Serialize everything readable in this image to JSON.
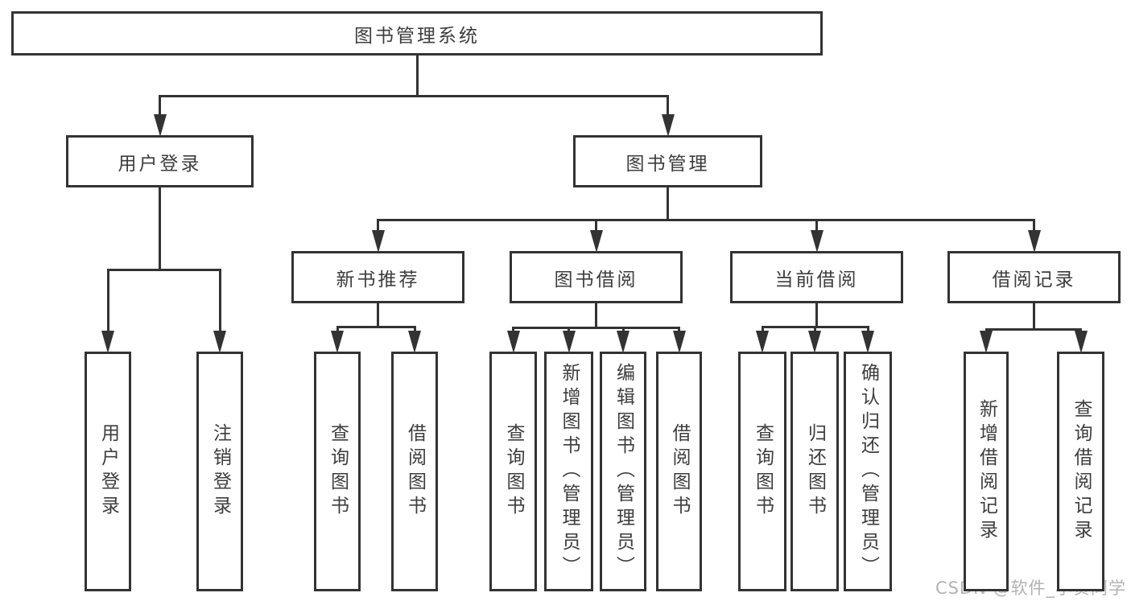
{
  "colors": {
    "line": "#333333",
    "text": "#3d3d3d",
    "background": "#ffffff",
    "watermark": "#b3b3b3"
  },
  "watermark": "CSDN @软件_小贺同学",
  "diagram": {
    "root": {
      "id": "root",
      "label": "图书管理系统",
      "children": [
        {
          "id": "user-login",
          "label": "用户登录",
          "children": [
            {
              "id": "leaf-user-login",
              "label": "用户登录"
            },
            {
              "id": "leaf-logout",
              "label": "注销登录"
            }
          ]
        },
        {
          "id": "book-management",
          "label": "图书管理",
          "children": [
            {
              "id": "new-book-recommend",
              "label": "新书推荐",
              "children": [
                {
                  "id": "nb-query",
                  "label": "查询图书"
                },
                {
                  "id": "nb-borrow",
                  "label": "借阅图书"
                }
              ]
            },
            {
              "id": "book-borrow",
              "label": "图书借阅",
              "children": [
                {
                  "id": "bb-query",
                  "label": "查询图书"
                },
                {
                  "id": "bb-add",
                  "label": "新增图书（管理员）"
                },
                {
                  "id": "bb-edit",
                  "label": "编辑图书（管理员）"
                },
                {
                  "id": "bb-borrow",
                  "label": "借阅图书"
                }
              ]
            },
            {
              "id": "current-borrow",
              "label": "当前借阅",
              "children": [
                {
                  "id": "cb-query",
                  "label": "查询图书"
                },
                {
                  "id": "cb-return",
                  "label": "归还图书"
                },
                {
                  "id": "cb-confirm",
                  "label": "确认归还（管理员）"
                }
              ]
            },
            {
              "id": "borrow-records",
              "label": "借阅记录",
              "children": [
                {
                  "id": "br-add",
                  "label": "新增借阅记录"
                },
                {
                  "id": "br-query",
                  "label": "查询借阅记录"
                }
              ]
            }
          ]
        }
      ]
    }
  }
}
